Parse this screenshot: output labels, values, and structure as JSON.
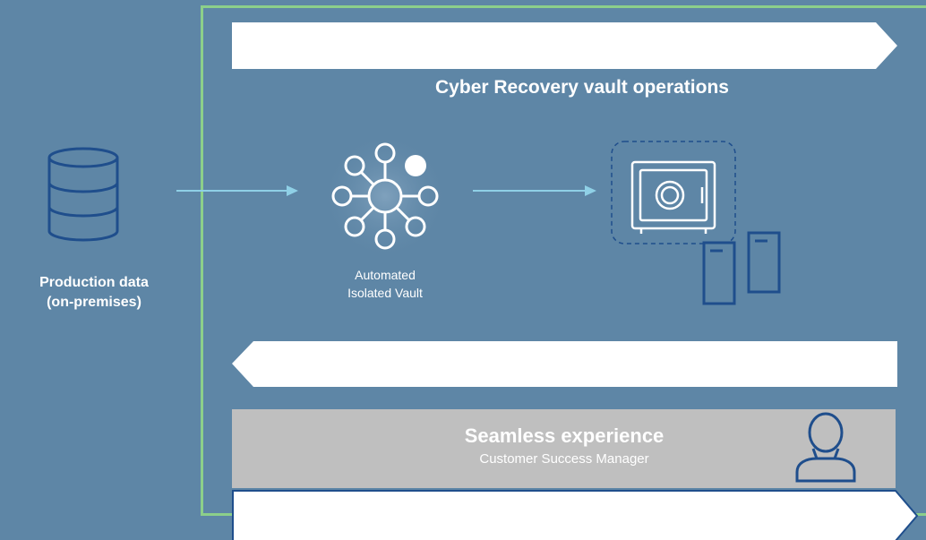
{
  "diagram": {
    "title": "Cyber Recovery vault operations",
    "production": {
      "line1": "Production data",
      "line2": "(on-premises)",
      "icon": "database-icon"
    },
    "vault_automation": {
      "line1": "Automated",
      "line2": "Isolated Vault",
      "icon": "network-hub-icon"
    },
    "vault_icon": "safe-icon",
    "storage_icon": "server-storage-icon",
    "seamless": {
      "title": "Seamless experience",
      "subtitle": "Customer Success Manager",
      "icon": "person-icon"
    },
    "colors": {
      "background": "#5e86a6",
      "frame": "#8ccf8a",
      "arrow_line": "#8fd0e6",
      "icon_dark": "#1f4e8c",
      "bar_white": "#ffffff",
      "bar_gray": "#bfbfbf"
    }
  }
}
